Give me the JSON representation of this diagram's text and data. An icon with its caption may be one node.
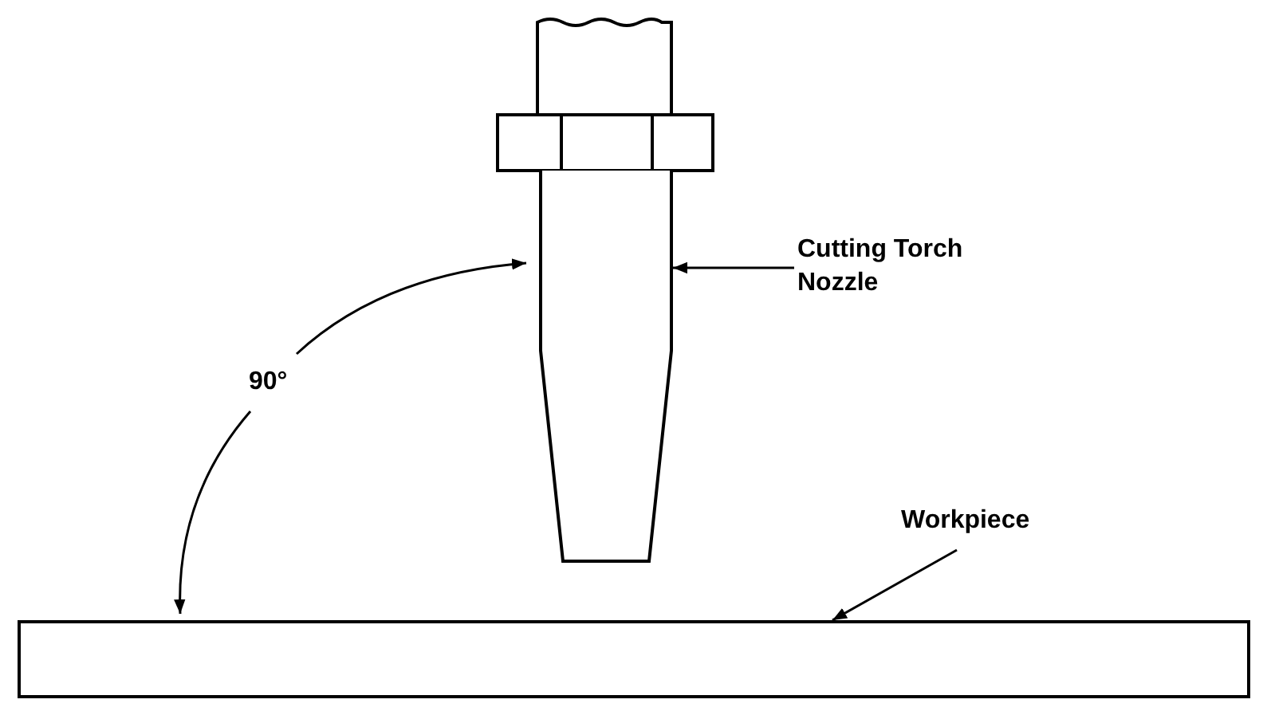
{
  "diagram": {
    "nodes": [
      {
        "text": [
          "Cutting Torch Nozzle"
        ]
      },
      {
        "text": [],
        "shape": "picture"
      },
      {
        "text": [
          "Workpiece"
        ]
      },
      {
        "text": [],
        "shape": "bar"
      }
    ],
    "edges": [
      {
        "from": 0,
        "to": 1,
        "arrow": "to"
      },
      {
        "from": 2,
        "to": 3,
        "arrow": "to"
      }
    ],
    "labels": [
      "90°"
    ]
  }
}
